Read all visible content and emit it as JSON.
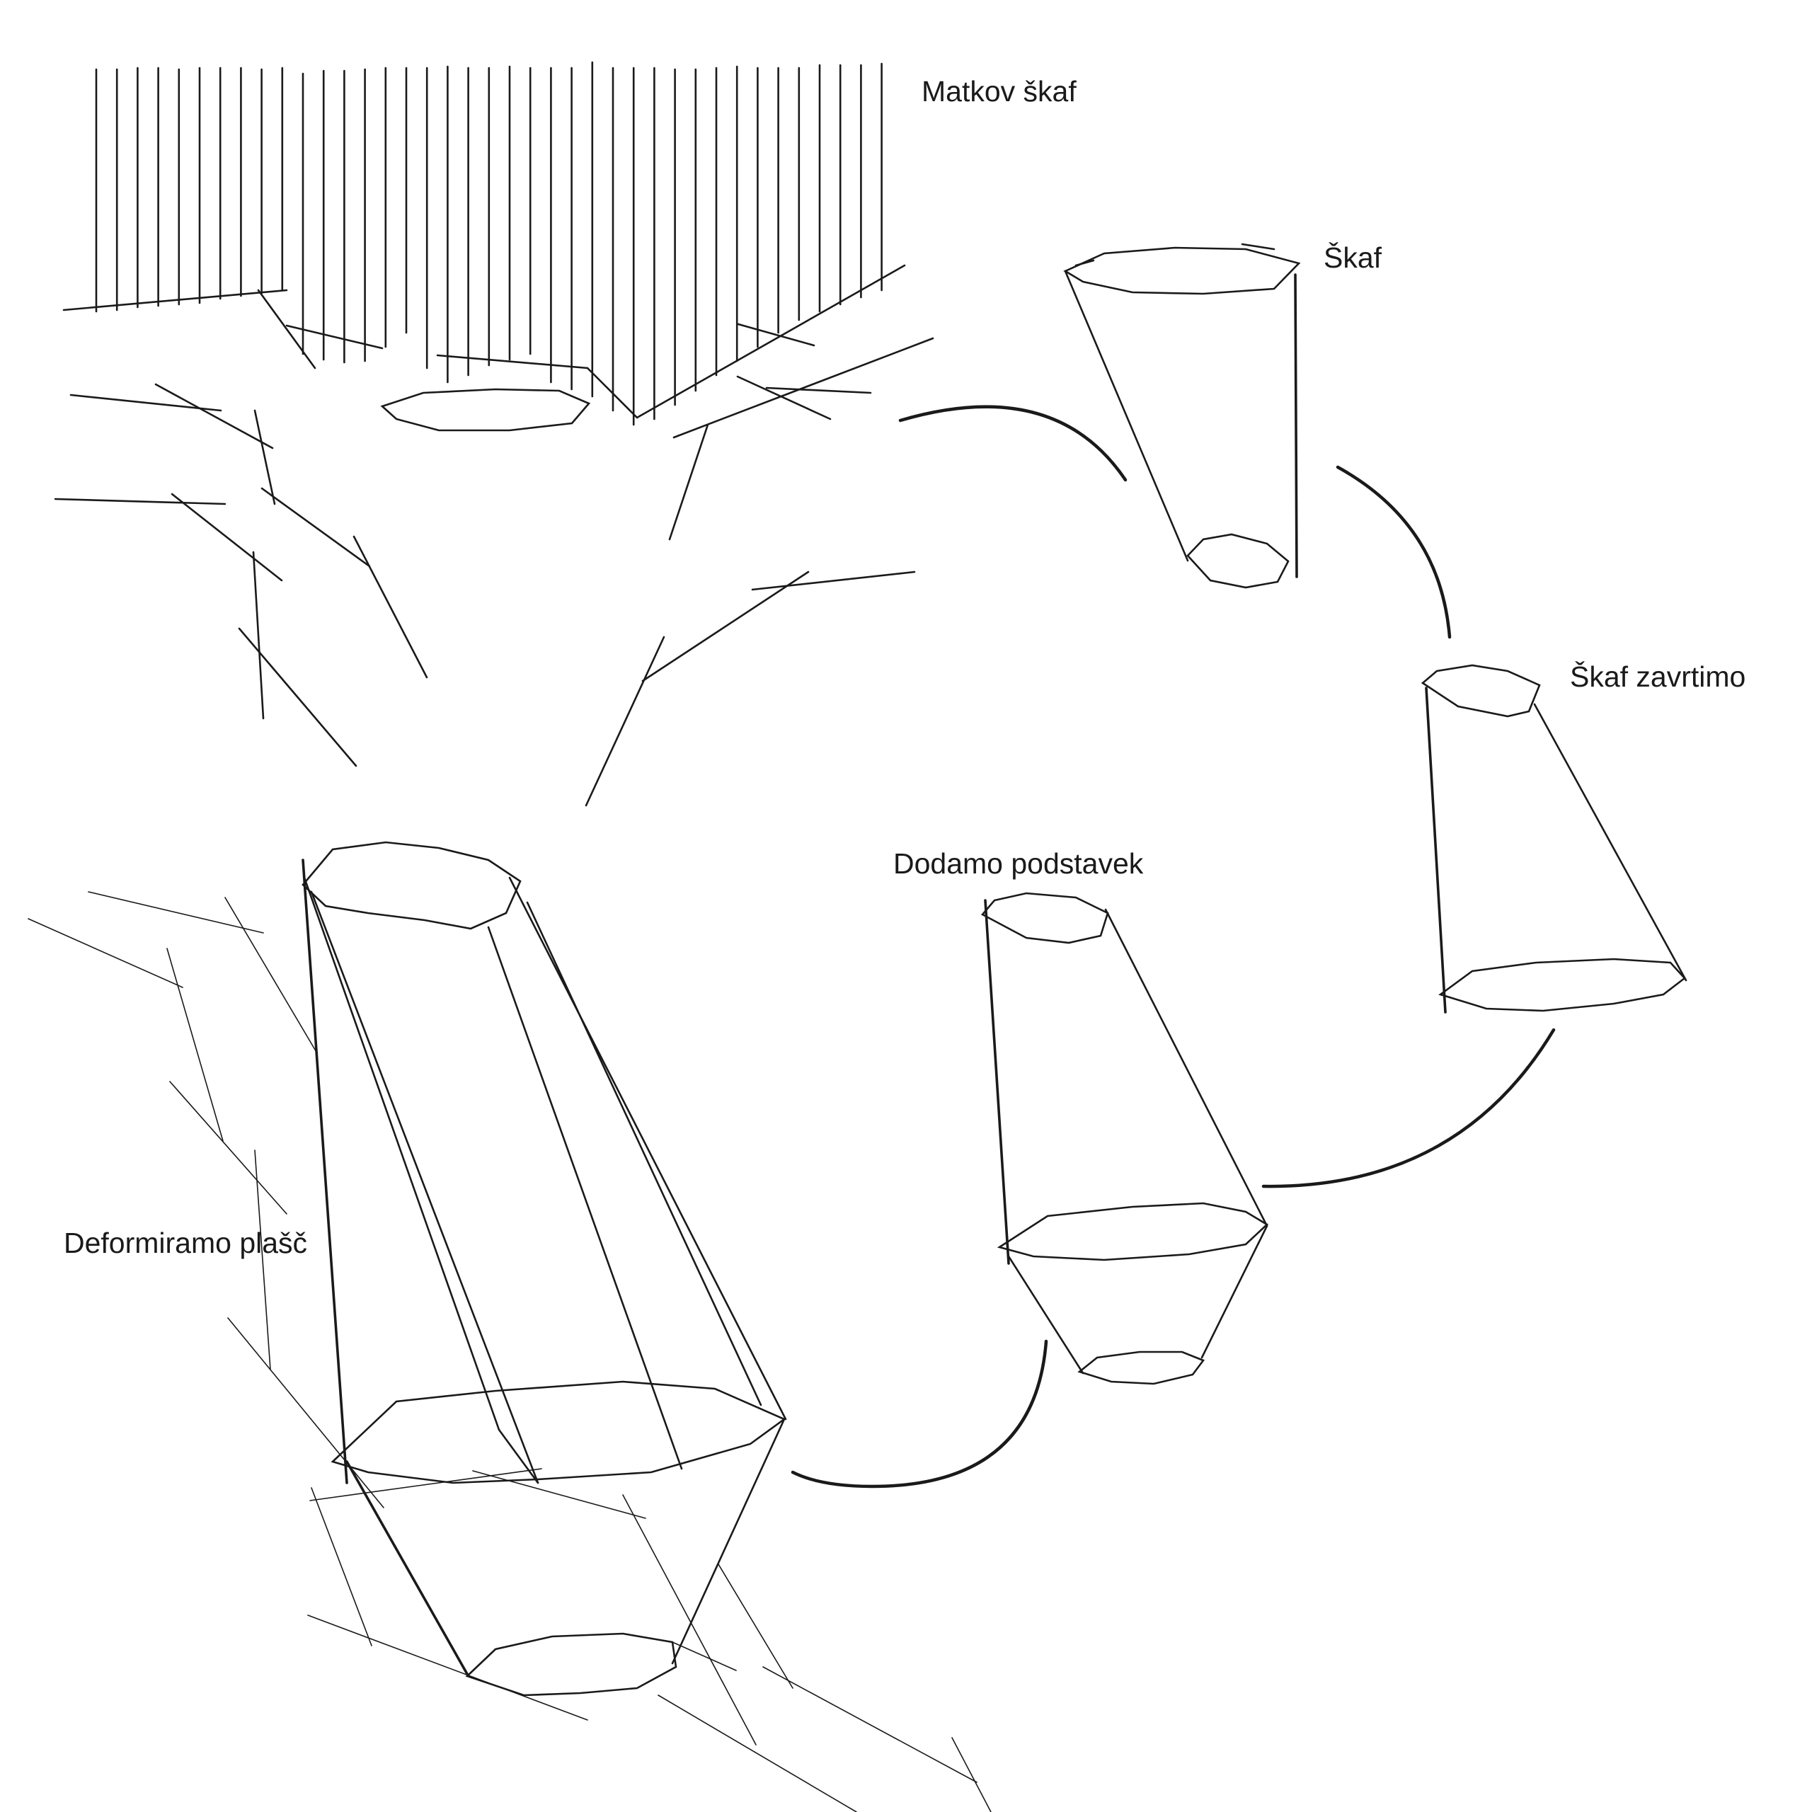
{
  "labels": {
    "matkov_skaf": "Matkov škaf",
    "skaf": "Škaf",
    "skaf_zavrtimo": "Škaf zavrtimo",
    "dodamo_podstavek": "Dodamo podstavek",
    "deformiramo_plasc": "Deformiramo plašč"
  },
  "colors": {
    "ink": "#1a1a1a",
    "background": "#ffffff"
  }
}
